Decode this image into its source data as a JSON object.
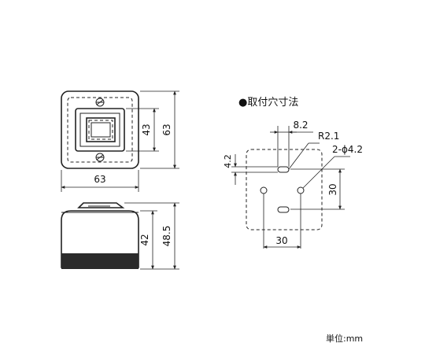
{
  "front_view": {
    "width_label": "63",
    "height_label": "63",
    "inner_height_label": "43"
  },
  "side_view": {
    "body_height_label": "42",
    "total_height_label": "48.5"
  },
  "mounting_hole": {
    "title": "●取付穴寸法",
    "slot_width_label": "8.2",
    "radius_label": "R2.1",
    "hole_label": "2-ϕ4.2",
    "offset_label": "4.2",
    "vertical_pitch_label": "30",
    "horizontal_pitch_label": "30"
  },
  "unit_label": "単位:mm"
}
